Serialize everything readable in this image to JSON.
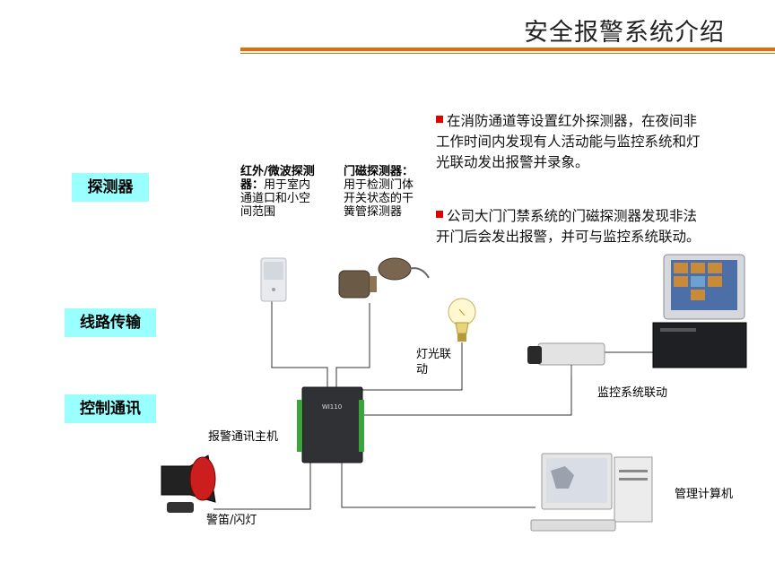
{
  "title": "安全报警系统介绍",
  "categories": {
    "detector": "探测器",
    "line": "线路传输",
    "control": "控制通讯"
  },
  "notes": {
    "ir_head": "红外/微波探测器：",
    "ir_body": "用于室内通道口和小空间范围",
    "door_head": "门磁探测器：",
    "door_body": "用于检测门体开关状态的干簧管探测器"
  },
  "bullets": [
    "在消防通道等设置红外探测器，在夜间非工作时间内发现有人活动能与监控系统和灯光联动发出报警并录象。",
    "公司大门门禁系统的门磁探测器发现非法开门后会发出报警，并可与监控系统联动。"
  ],
  "labels": {
    "light": "灯光联动",
    "monitor": "监控系统联动",
    "host": "报警通讯主机",
    "pc": "管理计算机",
    "siren": "警笛/闪灯",
    "host_model": "WI110"
  },
  "colors": {
    "accent_rule": "#e36c0a",
    "category_bg": "#99ffff",
    "bullet": "#e00000"
  }
}
